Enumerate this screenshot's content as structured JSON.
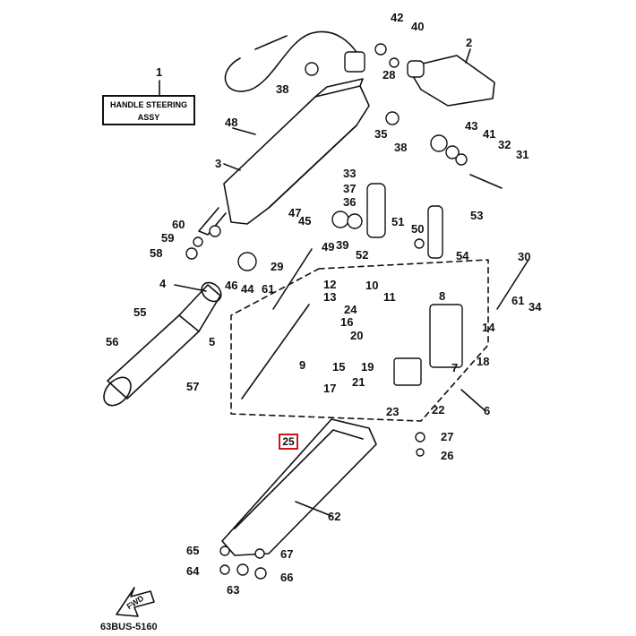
{
  "diagram": {
    "title_line1": "HANDLE STEERING",
    "title_line2": "ASSY",
    "title_number": "1",
    "code": "63BUS-5160",
    "fwd_label": "FWD",
    "highlighted_part": "25"
  },
  "part_labels": [
    "1",
    "2",
    "3",
    "4",
    "5",
    "6",
    "7",
    "8",
    "9",
    "10",
    "11",
    "12",
    "13",
    "14",
    "15",
    "16",
    "17",
    "18",
    "19",
    "20",
    "21",
    "22",
    "23",
    "24",
    "26",
    "27",
    "28",
    "29",
    "30",
    "31",
    "32",
    "33",
    "34",
    "35",
    "36",
    "37",
    "38",
    "38b",
    "39",
    "40",
    "41",
    "42",
    "43",
    "44",
    "45",
    "46",
    "47",
    "48",
    "49",
    "50",
    "51",
    "52",
    "53",
    "54",
    "55",
    "56",
    "57",
    "58",
    "59",
    "60",
    "61",
    "61b",
    "62",
    "63",
    "64",
    "65",
    "66",
    "67"
  ]
}
